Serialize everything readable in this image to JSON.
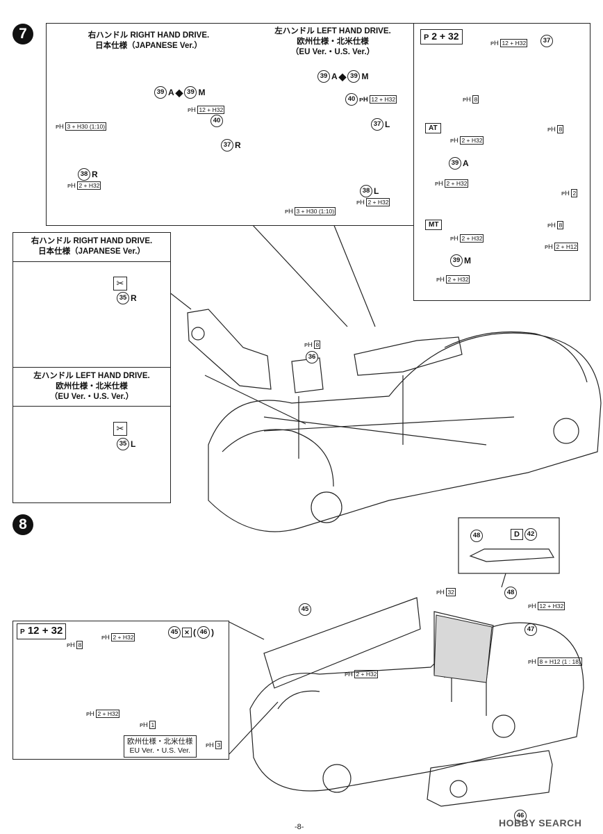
{
  "step7": {
    "number": "7",
    "rhd_header_jp": "右ハンドル RIGHT HAND DRIVE.",
    "rhd_header_ver": "日本仕様（JAPANESE Ver.）",
    "lhd_header_jp": "左ハンドル LEFT HAND DRIVE.",
    "lhd_header_ver": "欧州仕様・北米仕様",
    "lhd_header_ver2": "（EU Ver.・U.S. Ver.）",
    "paint_top": "2 + 32",
    "at_label": "AT",
    "mt_label": "MT",
    "lhd_header_ver2_alt": "(EU Ver.・U.S. Ver.)",
    "rhd_side_header": "右ハンドル RIGHT HAND DRIVE.",
    "rhd_side_ver": "日本仕様（JAPANESE Ver.）",
    "lhd_side_header": "左ハンドル LEFT HAND DRIVE.",
    "lhd_side_ver": "欧州仕様・北米仕様",
    "lhd_side_ver2": "（EU Ver.・U.S. Ver.）",
    "parts": {
      "p39a": "39",
      "p39a_suffix": "A",
      "p39m": "39",
      "p39m_suffix": "M",
      "p40": "40",
      "p37": "37",
      "p37r": "R",
      "p37l": "L",
      "p38": "38",
      "p38r": "R",
      "p38l": "L",
      "p35": "35",
      "p35r": "R",
      "p35l": "L",
      "p36": "36"
    },
    "paints": {
      "ph3_30": "3 + H30 (1:10)",
      "ph12_32": "12 + H32",
      "ph2_32": "2 + H32",
      "ph8": "8",
      "ph2": "2",
      "ph2_12": "2 + H12"
    }
  },
  "step8": {
    "number": "8",
    "paint_box": "12 + 32",
    "parts": {
      "p45": "45",
      "p46": "46",
      "p47": "47",
      "p48": "48",
      "p42": "42",
      "d": "D"
    },
    "paints": {
      "ph8": "8",
      "ph2_32": "2 + H32",
      "ph1": "1",
      "ph32": "32",
      "ph12_32": "12 + H32",
      "ph8_12": "8 + H12 (1 : 18)"
    },
    "eu_note_jp": "欧州仕様・北米仕様",
    "eu_note_en": "EU Ver.・U.S. Ver.",
    "eu_note_paint": "3"
  },
  "footer": {
    "page": "-8-",
    "watermark": "HOBBY SEARCH"
  }
}
